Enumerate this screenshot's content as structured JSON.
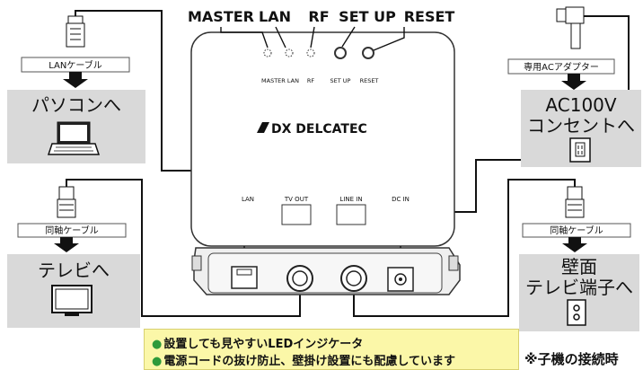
{
  "top_labels": {
    "master": "MASTER",
    "lan": "LAN",
    "rf": "RF",
    "setup": "SET UP",
    "reset": "RESET"
  },
  "panel_labels": {
    "master_lan": "MASTER LAN",
    "rf": "RF",
    "setup": "SET UP",
    "reset": "RESET"
  },
  "brand": "DX DELCATEC",
  "port_labels": {
    "lan": "LAN",
    "tv_out": "TV OUT",
    "line_in": "LINE IN",
    "dc_in": "DC IN"
  },
  "left": {
    "lan_cable_label": "LANケーブル",
    "pc_label": "パソコンへ",
    "coax_label": "同軸ケーブル",
    "tv_label": "テレビへ"
  },
  "right": {
    "adapter_label": "専用ACアダプター",
    "ac_line1": "AC100V",
    "ac_line2": "コンセントへ",
    "coax_label": "同軸ケーブル",
    "wall_line1": "壁面",
    "wall_line2": "テレビ端子へ"
  },
  "captions": [
    "設置しても見やすいLEDインジケータ",
    "電源コードの抜け防止、壁掛け設置にも配慮しています"
  ],
  "caption_bullet": "●",
  "note": "※子機の接続時",
  "colors": {
    "box_fill": "#d9d9d9",
    "cable": "#111111",
    "caption_bg": "#fbf7a8",
    "bullet": "#2e9a3a"
  }
}
